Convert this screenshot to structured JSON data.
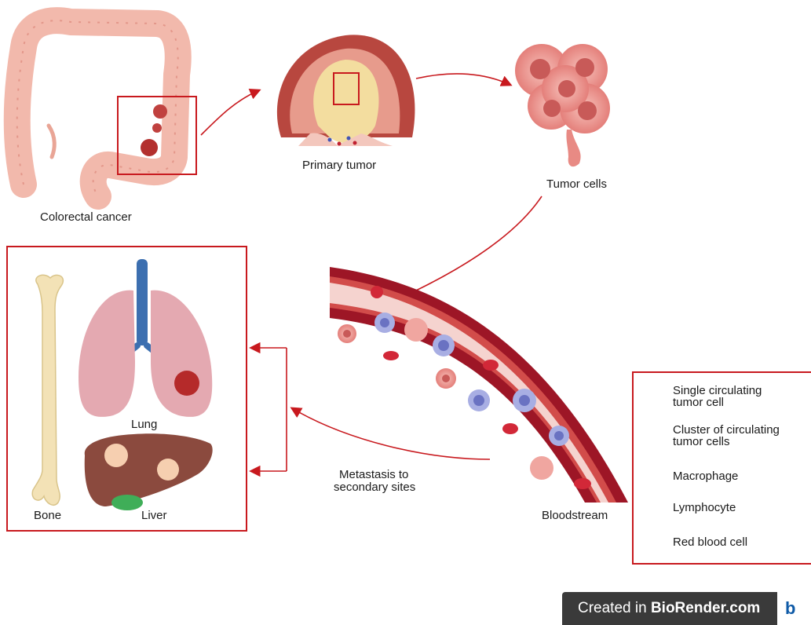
{
  "labels": {
    "colorectal_cancer": "Colorectal cancer",
    "primary_tumor": "Primary tumor",
    "tumor_cells": "Tumor cells",
    "lung": "Lung",
    "bone": "Bone",
    "liver": "Liver",
    "metastasis_line1": "Metastasis to",
    "metastasis_line2": "secondary sites",
    "bloodstream": "Bloodstream"
  },
  "legend": [
    {
      "line1": "Single circulating",
      "line2": "tumor cell",
      "icon": "single-tumor-cell-icon"
    },
    {
      "line1": "Cluster of circulating",
      "line2": "tumor cells",
      "icon": "tumor-cell-cluster-icon"
    },
    {
      "line1": "Macrophage",
      "line2": "",
      "icon": "macrophage-icon"
    },
    {
      "line1": "Lymphocyte",
      "line2": "",
      "icon": "lymphocyte-icon"
    },
    {
      "line1": "Red blood cell",
      "line2": "",
      "icon": "red-blood-cell-icon"
    }
  ],
  "badge": {
    "prefix": "Created in ",
    "brand": "BioRender.com",
    "logo": "b"
  },
  "colors": {
    "accent_red": "#c8191e",
    "tissue_pink": "#f0b3a8",
    "vessel_dark": "#a3192a",
    "liver_brown": "#8b4a3e",
    "trachea_blue": "#3c6fb0",
    "cell_purple": "#8f97d6"
  }
}
